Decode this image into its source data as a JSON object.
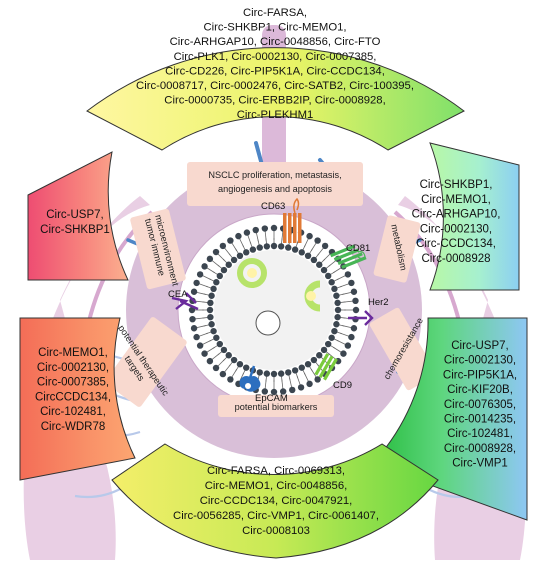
{
  "ring_labels": {
    "top": [
      "NSCLC proliferation, metastasis,",
      "angiogenesis and apoptosis"
    ],
    "tumor_immune": [
      "tumor immune",
      "microenvironment"
    ],
    "metabolism": "metabolism",
    "therapeutic": [
      "potential therapeutic",
      "targets"
    ],
    "chemoresistance": "chemoresistance",
    "biomarkers": "potential biomarkers"
  },
  "markers": {
    "cd63": "CD63",
    "cd81": "CD81",
    "her2": "Her2",
    "cea": "CEA",
    "cd9": "CD9",
    "epcam": "EpCAM"
  },
  "circ_lists": {
    "top": [
      "Circ-FARSA,",
      "Circ-SHKBP1, Circ-MEMO1,",
      "Circ-ARHGAP10, Circ-0048856, Circ-FTO",
      "Circ-PLK1, Circ-0002130, Circ-0007385,",
      "Circ-CD226, Circ-PIP5K1A, Circ-CCDC134,",
      "Circ-0008717, Circ-0002476, Circ-SATB2, Circ-100395,",
      "Circ-0000735, Circ-ERBB2IP, Circ-0008928,",
      "Circ-PLEKHM1"
    ],
    "upper_left": [
      "Circ-USP7,",
      "Circ-SHKBP1"
    ],
    "upper_right": [
      "Circ-SHKBP1,",
      "Circ-MEMO1,",
      "Circ-ARHGAP10,",
      "Circ-0002130,",
      "Circ-CCDC134,",
      "Circ-0008928"
    ],
    "lower_left": [
      "Circ-MEMO1,",
      "Circ-0002130,",
      "Circ-0007385,",
      "CircCCDC134,",
      "Circ-102481,",
      "Circ-WDR78"
    ],
    "lower_right": [
      "Circ-USP7,",
      "Circ-0002130,",
      "Circ-PIP5K1A,",
      "Circ-KIF20B,",
      "Circ-0076305,",
      "Circ-0014235,",
      "Circ-102481,",
      "Circ-0008928,",
      "Circ-VMP1"
    ],
    "bottom": [
      "Circ-FARSA, Circ-0069313,",
      "Circ-MEMO1, Circ-0048856,",
      "Circ-CCDC134, Circ-0047921,",
      "Circ-0056285, Circ-VMP1, Circ-0061407,",
      "Circ-0008103"
    ]
  },
  "colors": {
    "lung": "#e9cfe4",
    "ring": "#d9bfd8",
    "label_box": "#f8d9cf",
    "vessel": "#4e86c6"
  }
}
